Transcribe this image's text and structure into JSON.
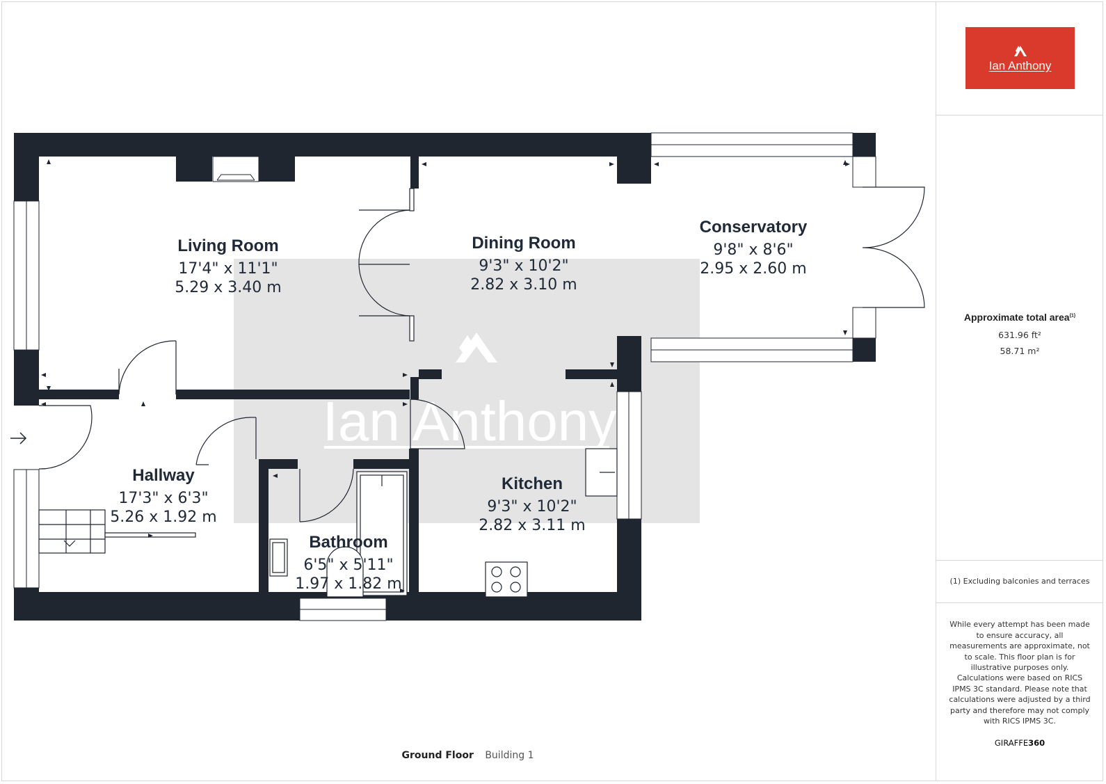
{
  "logo": {
    "text": "Ian Anthony"
  },
  "watermark": {
    "text": "Ian Anthony"
  },
  "rooms": [
    {
      "name": "Living Room",
      "imperial": "17'4\" x 11'1\"",
      "metric": "5.29 x 3.40 m"
    },
    {
      "name": "Dining Room",
      "imperial": "9'3\" x 10'2\"",
      "metric": "2.82 x 3.10 m"
    },
    {
      "name": "Conservatory",
      "imperial": "9'8\" x 8'6\"",
      "metric": "2.95 x 2.60 m"
    },
    {
      "name": "Hallway",
      "imperial": "17'3\" x 6'3\"",
      "metric": "5.26 x 1.92 m"
    },
    {
      "name": "Kitchen",
      "imperial": "9'3\" x 10'2\"",
      "metric": "2.82 x 3.11 m"
    },
    {
      "name": "Bathroom",
      "imperial": "6'5\" x 5'11\"",
      "metric": "1.97 x 1.82 m"
    }
  ],
  "area": {
    "title": "Approximate total area",
    "footnote_marker": "(1)",
    "sqft": "631.96 ft²",
    "sqm": "58.71 m²"
  },
  "footnote": "(1) Excluding balconies and terraces",
  "disclaimer": {
    "p1": "While every attempt has been made to ensure accuracy, all measurements are approximate, not to scale. This floor plan is for illustrative purposes only.",
    "p2": "Calculations were based on RICS IPMS 3C standard. Please note that calculations were adjusted by a third party and therefore may not comply with RICS IPMS 3C."
  },
  "brand": {
    "part1": "GIRAFFE",
    "part2": "360"
  },
  "footer": {
    "floor": "Ground Floor",
    "building": "Building 1"
  },
  "colors": {
    "wall": "#1f2630",
    "logo_bg": "#d93a2b",
    "watermark_bg": "#e4e4e4"
  },
  "icons": [
    "entrance-arrow-icon",
    "logo-mark-icon"
  ]
}
